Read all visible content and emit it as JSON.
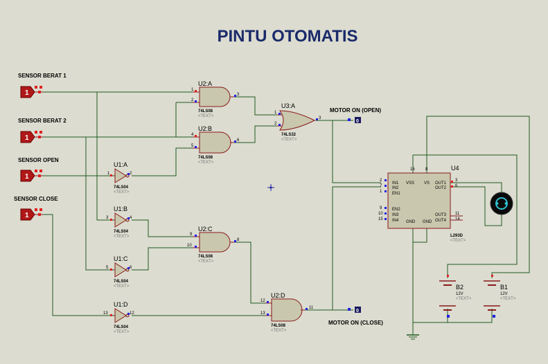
{
  "title": "PINTU OTOMATIS",
  "inputs": [
    {
      "label": "SENSOR BERAT 1",
      "value": "1"
    },
    {
      "label": "SENSOR BERAT 2",
      "value": "1"
    },
    {
      "label": "SENSOR OPEN",
      "value": "1"
    },
    {
      "label": "SENSOR CLOSE",
      "value": "1"
    }
  ],
  "outputs": [
    {
      "label": "MOTOR ON (OPEN)",
      "value": "0"
    },
    {
      "label": "MOTOR ON (CLOSE)",
      "value": "0"
    }
  ],
  "gates": {
    "u2a": {
      "name": "U2:A",
      "part": "74LS08",
      "text": "<TEXT>",
      "pins": [
        "1",
        "2",
        "3"
      ]
    },
    "u2b": {
      "name": "U2:B",
      "part": "74LS08",
      "text": "<TEXT>",
      "pins": [
        "4",
        "5",
        "6"
      ]
    },
    "u2c": {
      "name": "U2:C",
      "part": "74LS08",
      "text": "<TEXT>",
      "pins": [
        "9",
        "10",
        "8"
      ]
    },
    "u2d": {
      "name": "U2:D",
      "part": "74LS08",
      "text": "<TEXT>",
      "pins": [
        "12",
        "13",
        "11"
      ]
    },
    "u3a": {
      "name": "U3:A",
      "part": "74LS32",
      "text": "<TEXT>",
      "pins": [
        "1",
        "2",
        "3"
      ]
    },
    "u1a": {
      "name": "U1:A",
      "part": "74LS04",
      "text": "<TEXT>",
      "pins": [
        "1",
        "2"
      ]
    },
    "u1b": {
      "name": "U1:B",
      "part": "74LS04",
      "text": "<TEXT>",
      "pins": [
        "3",
        "4"
      ]
    },
    "u1c": {
      "name": "U1:C",
      "part": "74LS04",
      "text": "<TEXT>",
      "pins": [
        "5",
        "6"
      ]
    },
    "u1d": {
      "name": "U1:D",
      "part": "74LS04",
      "text": "<TEXT>",
      "pins": [
        "13",
        "12"
      ]
    }
  },
  "driver": {
    "name": "U4",
    "part": "L293D",
    "text": "<TEXT>",
    "top_pins": [
      "16",
      "8"
    ],
    "left_pins": [
      {
        "num": "2",
        "label": "IN1"
      },
      {
        "num": "7",
        "label": "IN2"
      },
      {
        "num": "1",
        "label": "EN1"
      },
      {
        "num": "9",
        "label": "EN2"
      },
      {
        "num": "10",
        "label": "IN3"
      },
      {
        "num": "15",
        "label": "IN4"
      }
    ],
    "inner_labels": [
      "VSS",
      "VS",
      "OUT1",
      "OUT2",
      "GND",
      "GND",
      "OUT3",
      "OUT4"
    ],
    "right_pins": [
      "3",
      "6",
      "11",
      "14"
    ]
  },
  "batteries": [
    {
      "name": "B2",
      "voltage": "12V",
      "text": "<TEXT>"
    },
    {
      "name": "B1",
      "voltage": "12V",
      "text": "<TEXT>"
    }
  ],
  "colors": {
    "background": "#dcdcd0",
    "wire": "#1f5a1f",
    "component_fill": "#c9c7ad",
    "component_stroke": "#8a1a1a",
    "input_terminal": "#b01818",
    "output_terminal": "#1a1a60",
    "pin_dot_blue": "#2020e0",
    "pin_dot_red": "#e02020",
    "title": "#1a2a6a"
  }
}
